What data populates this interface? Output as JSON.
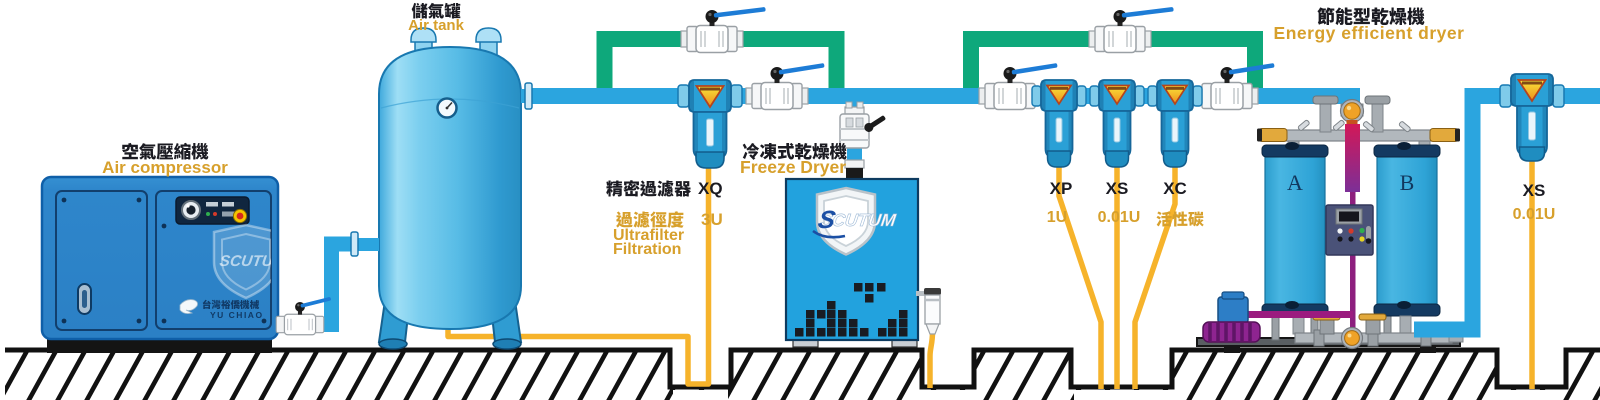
{
  "colors": {
    "pipe_blue": "#2ba5df",
    "pipe_green": "#0ea87b",
    "drain_yellow": "#f6b32b",
    "label_orange": "#d7a02c",
    "label_dark": "#1b1b22",
    "machine_blue": "#2e86cb",
    "tank_blue": "#5fc1ea",
    "tower_purple": "#8d2b96",
    "ground_black": "#111111"
  },
  "components": {
    "air_compressor": {
      "name_zh": "空氣壓縮機",
      "name_en": "Air compressor",
      "brand_zh": "台灣裕僑機械",
      "brand_en": "YU CHIAO",
      "logo": "SCUTUM"
    },
    "air_tank": {
      "name_zh": "儲氣罐",
      "name_en": "Air tank"
    },
    "ultrafilter": {
      "name_zh": "精密過濾器",
      "code": "XQ",
      "spec_label_zh": "過濾徑度",
      "spec_value": "3U",
      "desc_line1": "Ultrafilter",
      "desc_line2": "Filtration"
    },
    "freeze_dryer": {
      "name_zh": "冷凍式乾燥機",
      "name_en": "Freeze Dryer",
      "logo": "SCUTUM"
    },
    "line_filters": [
      {
        "code": "XP",
        "spec": "1U"
      },
      {
        "code": "XS",
        "spec": "0.01U"
      },
      {
        "code": "XC",
        "spec": "活性碳"
      }
    ],
    "energy_dryer": {
      "name_zh": "節能型乾燥機",
      "name_en": "Energy efficient dryer",
      "tower_left": "A",
      "tower_right": "B"
    },
    "outlet_filter": {
      "code": "XS",
      "spec": "0.01U"
    }
  }
}
